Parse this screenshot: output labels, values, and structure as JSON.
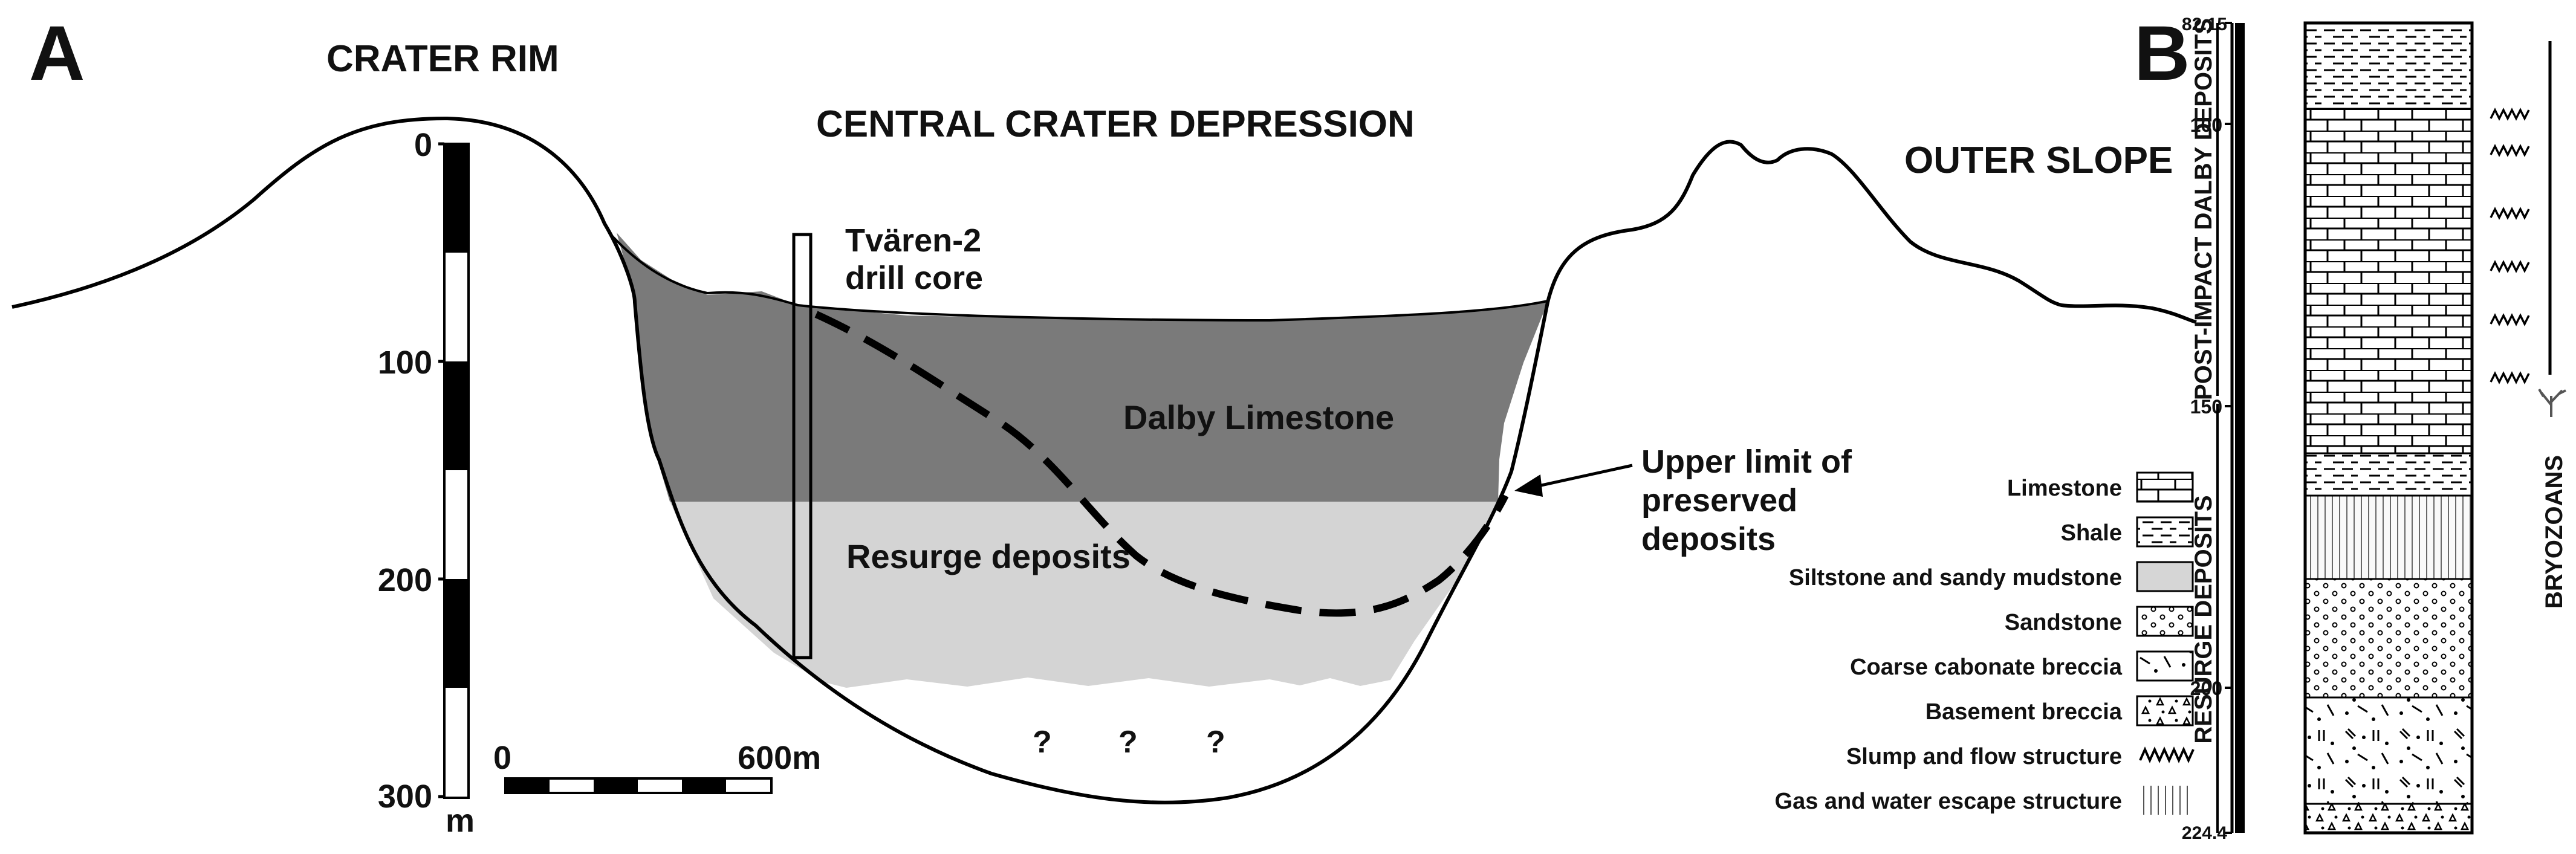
{
  "panel_a": {
    "panel_label": "A",
    "headings": {
      "crater_rim": "CRATER RIM",
      "central_depression": "CENTRAL CRATER DEPRESSION",
      "outer_slope": "OUTER SLOPE"
    },
    "drill_core": {
      "line1": "Tvären-2",
      "line2": "drill core"
    },
    "units": {
      "dalby": "Dalby Limestone",
      "resurge": "Resurge deposits"
    },
    "upper_limit": {
      "line1": "Upper limit of",
      "line2": "preserved",
      "line3": "deposits"
    },
    "unknown_marks": [
      "?",
      "?",
      "?"
    ],
    "depth_scale": {
      "ticks": [
        "0",
        "100",
        "200",
        "300"
      ],
      "unit": "m"
    },
    "horizontal_scale": {
      "start": "0",
      "end": "600m"
    },
    "colors": {
      "dalby": "#7a7a7a",
      "resurge": "#d4d4d4",
      "outline": "#000000"
    }
  },
  "panel_b": {
    "panel_label": "B",
    "depth_ticks": [
      "82.15",
      "100",
      "150",
      "200",
      "224.4"
    ],
    "brackets": {
      "post_impact": "POST-IMPACT DALBY DEPOSITS",
      "resurge": "RESURGE DEPOSITS"
    },
    "bryozoans": "BRYOZOANS",
    "legend": [
      {
        "label": "Limestone",
        "pattern": "limestone"
      },
      {
        "label": "Shale",
        "pattern": "shale"
      },
      {
        "label": "Siltstone and sandy mudstone",
        "pattern": "siltstone"
      },
      {
        "label": "Sandstone",
        "pattern": "sandstone"
      },
      {
        "label": "Coarse cabonate breccia",
        "pattern": "carbonate-breccia"
      },
      {
        "label": "Basement breccia",
        "pattern": "basement-breccia"
      },
      {
        "label": "Slump and flow structure",
        "pattern": "slump"
      },
      {
        "label": "Gas and water escape structure",
        "pattern": "gas-escape"
      }
    ]
  }
}
